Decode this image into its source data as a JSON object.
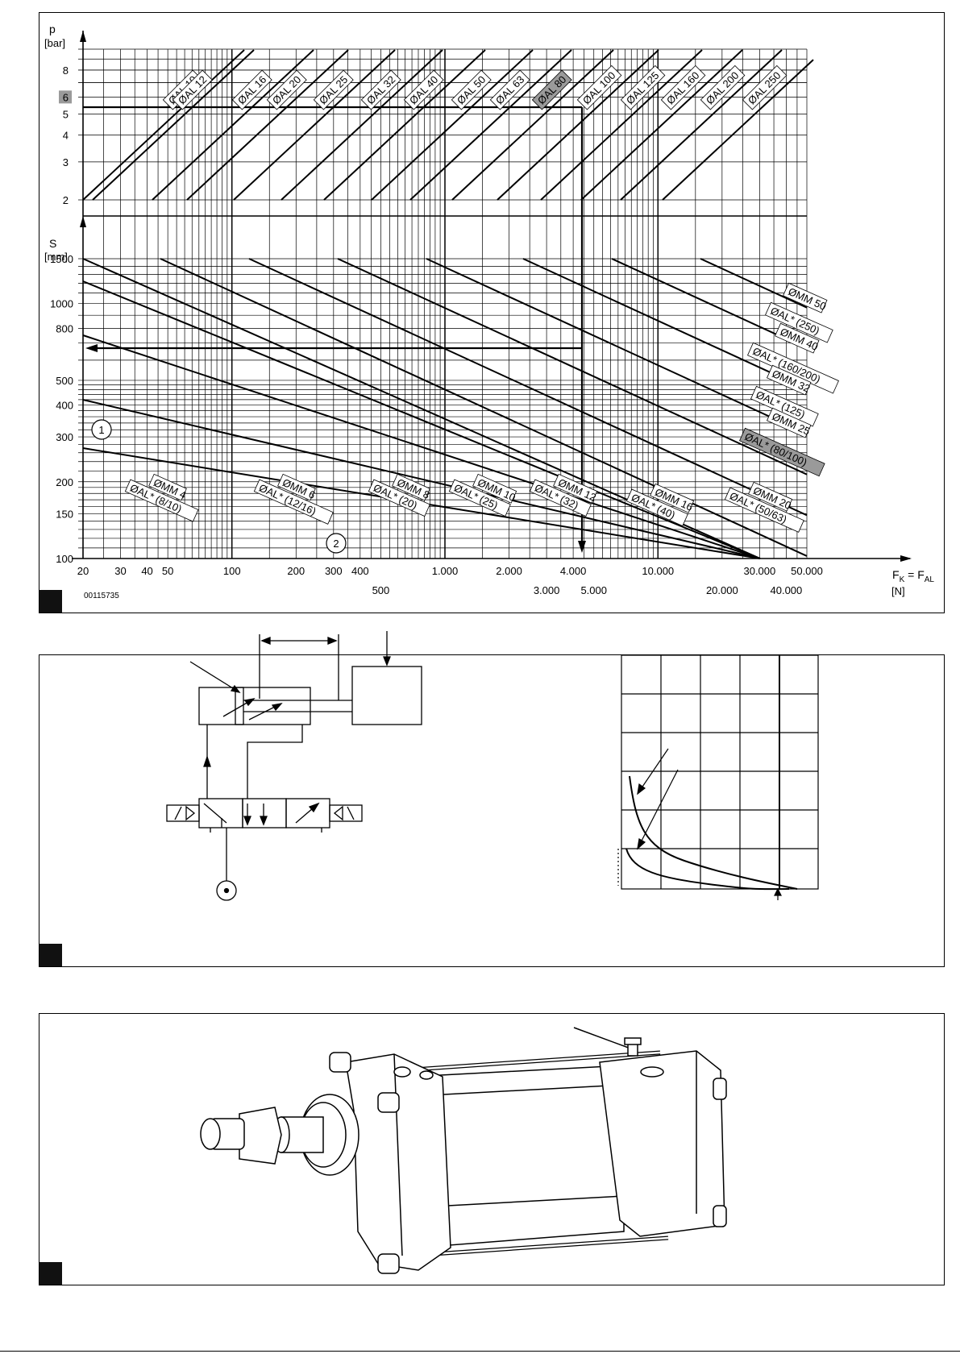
{
  "nomogram": {
    "p_axis": {
      "symbol": "p",
      "unit": "[bar]",
      "ticks": [
        "2",
        "3",
        "4",
        "5",
        "6",
        "8"
      ],
      "highlighted_tick": "6"
    },
    "s_axis": {
      "symbol": "S",
      "unit": "[mm]",
      "ticks": [
        "100",
        "150",
        "200",
        "300",
        "400",
        "500",
        "800",
        "1000",
        "1500"
      ]
    },
    "f_axis": {
      "label": "F",
      "label_sub_k": "K",
      "label_eq": " = F",
      "label_sub_al": "AL",
      "unit": "[N]",
      "ticks_top": [
        "20",
        "30",
        "40",
        "50",
        "100",
        "200",
        "300",
        "400",
        "1.000",
        "2.000",
        "4.000",
        "10.000",
        "30.000",
        "50.000"
      ],
      "ticks_bottom": [
        "500",
        "3.000",
        "5.000",
        "20.000",
        "40.000"
      ]
    },
    "drawing_number": "00115735",
    "callouts": [
      "1",
      "2"
    ],
    "piston_labels": [
      {
        "text": "ØAL 10",
        "highlight": false
      },
      {
        "text": "ØAL 12",
        "highlight": false
      },
      {
        "text": "ØAL 16",
        "highlight": false
      },
      {
        "text": "ØAL 20",
        "highlight": false
      },
      {
        "text": "ØAL 25",
        "highlight": false
      },
      {
        "text": "ØAL 32",
        "highlight": false
      },
      {
        "text": "ØAL 40",
        "highlight": false
      },
      {
        "text": "ØAL 50",
        "highlight": false
      },
      {
        "text": "ØAL 63",
        "highlight": false
      },
      {
        "text": "ØAL 80",
        "highlight": true
      },
      {
        "text": "ØAL 100",
        "highlight": false
      },
      {
        "text": "ØAL 125",
        "highlight": false
      },
      {
        "text": "ØAL 160",
        "highlight": false
      },
      {
        "text": "ØAL 200",
        "highlight": false
      },
      {
        "text": "ØAL 250",
        "highlight": false
      }
    ],
    "rod_labels_bottom": [
      {
        "mm": "ØMM 4",
        "al": "ØAL* (8/10)"
      },
      {
        "mm": "ØMM 6",
        "al": "ØAL* (12/16)"
      },
      {
        "mm": "ØMM 8",
        "al": "ØAL* (20)"
      },
      {
        "mm": "ØMM 10",
        "al": "ØAL* (25)"
      },
      {
        "mm": "ØMM 12",
        "al": "ØAL* (32)"
      },
      {
        "mm": "ØMM 16",
        "al": "ØAL* (40)"
      },
      {
        "mm": "ØMM 20",
        "al": "ØAL* (50/63)"
      }
    ],
    "rod_labels_right": [
      {
        "text": "ØMM 50",
        "highlight": false
      },
      {
        "text": "ØAL* (250)",
        "highlight": false
      },
      {
        "text": "ØMM 40",
        "highlight": false
      },
      {
        "text": "ØAL* (160/200)",
        "highlight": false
      },
      {
        "text": "ØMM 32",
        "highlight": false
      },
      {
        "text": "ØAL* (125)",
        "highlight": false
      },
      {
        "text": "ØMM 25",
        "highlight": false
      },
      {
        "text": "ØAL* (80/100)",
        "highlight": true
      }
    ]
  },
  "colors": {
    "line": "#000000",
    "highlight_fill": "#9a9a9a",
    "grid": "#000000"
  }
}
